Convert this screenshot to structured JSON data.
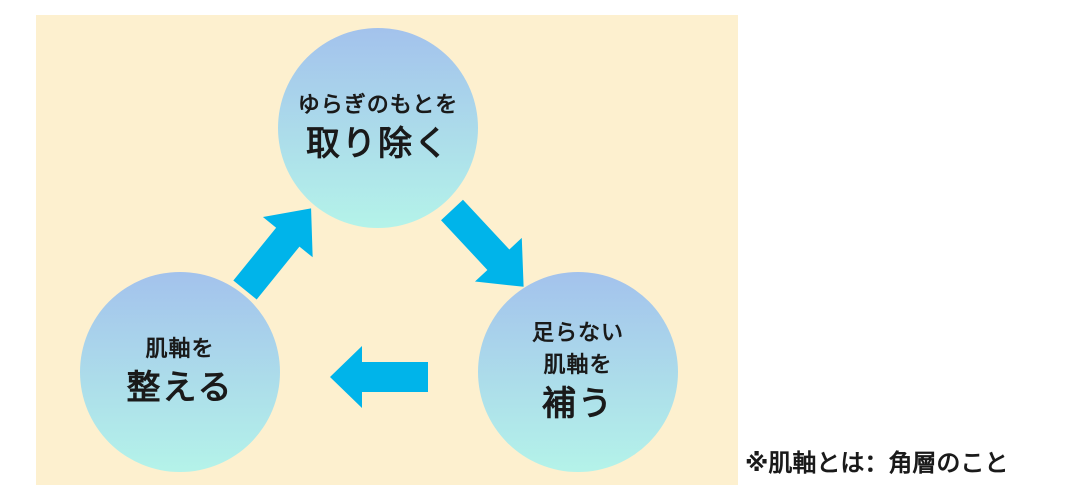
{
  "colors": {
    "background": "#fdf0cf",
    "arrow": "#00b4ea",
    "circle_top": "#a3c2ec",
    "circle_bottom": "#b4f3e9"
  },
  "top_circle": {
    "line1": "ゆらぎのもとを",
    "line2": "取り除く"
  },
  "right_circle": {
    "line1": "足らない",
    "line2": "肌軸を",
    "line3": "補う"
  },
  "left_circle": {
    "line1": "肌軸を",
    "line2": "整える"
  },
  "footnote": "※肌軸とは：角層のこと"
}
